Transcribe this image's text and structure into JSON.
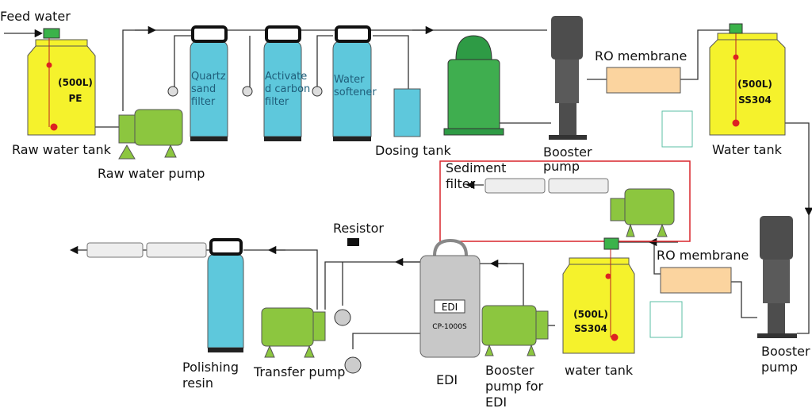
{
  "labels": {
    "feed_water": "Feed water",
    "raw_water_tank": "Raw water tank",
    "raw_tank_capacity": "(500L)",
    "raw_tank_material": "PE",
    "raw_water_pump": "Raw water pump",
    "quartz": [
      "Quartz",
      "sand",
      "filter"
    ],
    "carbon": [
      "Activate",
      "d carbon",
      "filter"
    ],
    "softener": [
      "Water",
      "softener"
    ],
    "dosing_tank": "Dosing tank",
    "booster_pump_top": [
      "Booster",
      "pump"
    ],
    "ro_membrane_top": "RO membrane",
    "water_tank_top": "Water tank",
    "water_tank_top_capacity": "(500L)",
    "water_tank_top_material": "SS304",
    "sediment_filter": [
      "Sediment",
      "filter"
    ],
    "ro_membrane_bottom": "RO membrane",
    "booster_pump_bottom": [
      "Booster",
      "pump"
    ],
    "water_tank_bottom": "water tank",
    "water_tank_bottom_capacity": "(500L)",
    "water_tank_bottom_material": "SS304",
    "booster_pump_edi": [
      "Booster",
      "pump for",
      "EDI"
    ],
    "edi": "EDI",
    "edi_plate": "EDI",
    "edi_model": "CP-1000S",
    "transfer_pump": "Transfer pump",
    "resistor": "Resistor",
    "polishing_resin": [
      "Polishing",
      "resin"
    ]
  },
  "colors": {
    "tank_yellow": "#f5f22c",
    "pump_green": "#8cc63f",
    "filter_blue": "#5ec8dc",
    "booster_gray": "#4d4d4d",
    "ro_orange": "#fbd49f",
    "edi_gray": "#c8c8c8",
    "highlight_red": "#d9252b"
  }
}
